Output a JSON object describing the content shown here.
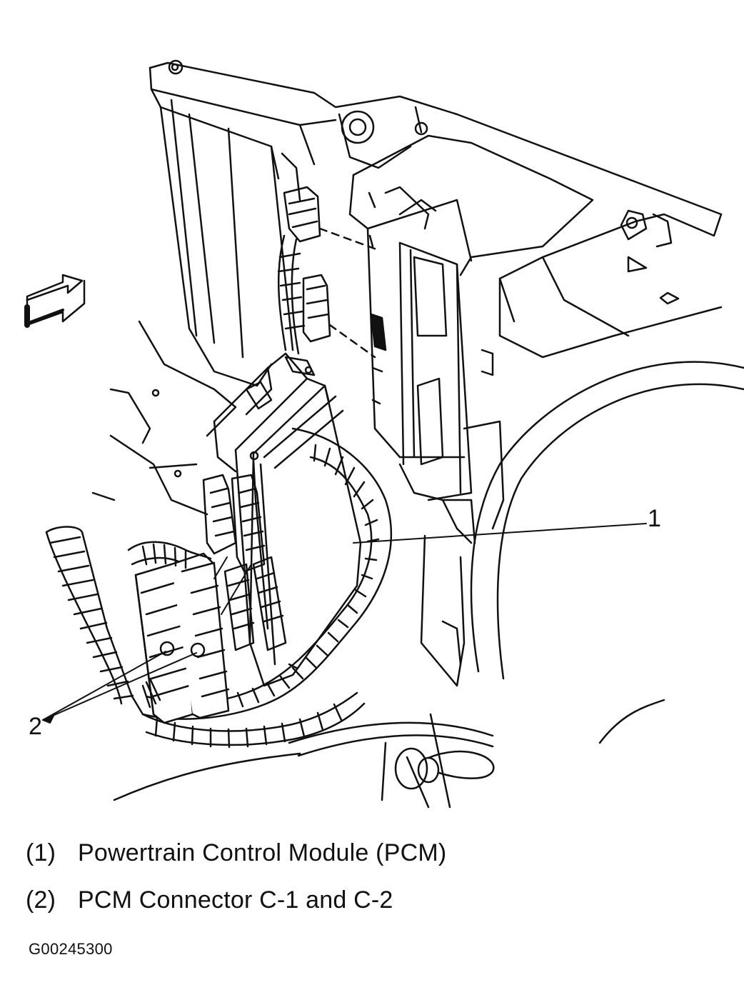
{
  "callouts": {
    "one": "1",
    "two": "2"
  },
  "legend": [
    {
      "num": "(1)",
      "label": "Powertrain Control Module (PCM)"
    },
    {
      "num": "(2)",
      "label": "PCM Connector C-1 and C-2"
    }
  ],
  "figure_id": "G00245300",
  "colors": {
    "ink": "#111111",
    "paper": "#ffffff"
  },
  "icons": {
    "direction_arrow": "front-arrow-icon"
  }
}
